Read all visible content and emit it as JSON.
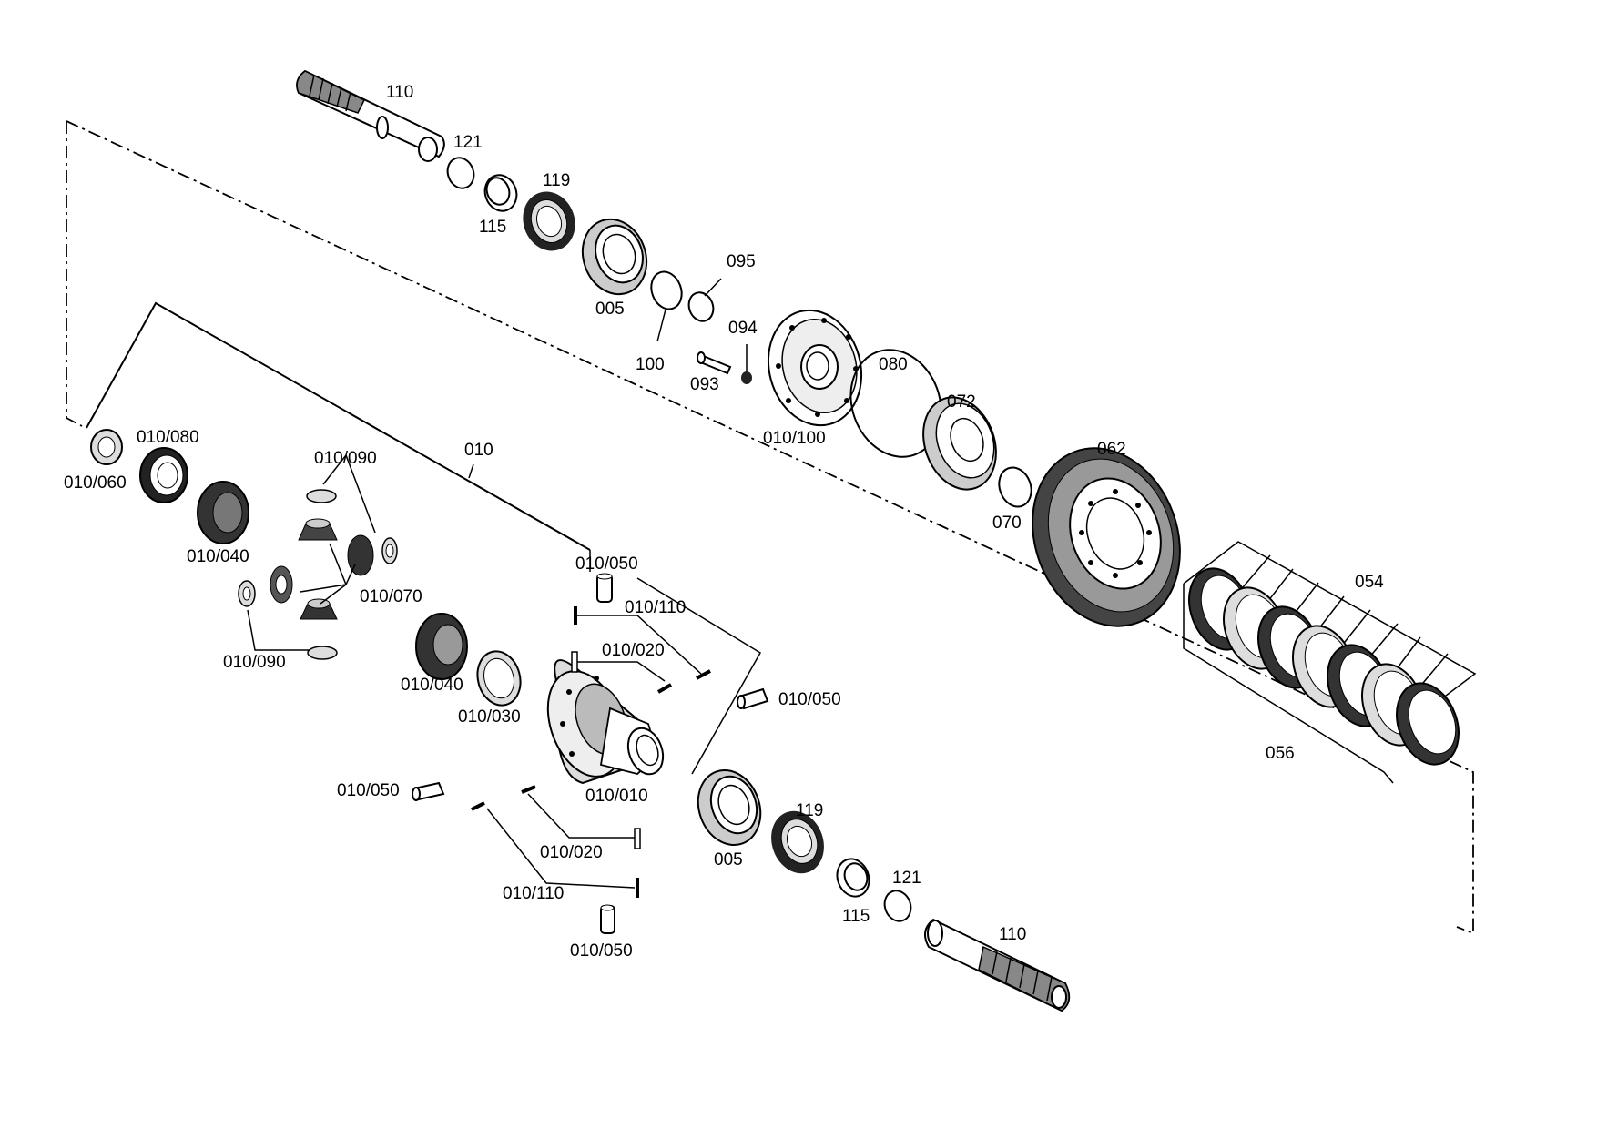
{
  "diagram": {
    "type": "exploded parts diagram",
    "labels": {
      "shaft_top": "110",
      "snap_ring_top": "121",
      "ring_top": "115",
      "seal_top": "119",
      "bearing_top": "005",
      "oring_100": "100",
      "oring_095": "095",
      "bolt_093": "093",
      "nut_094": "094",
      "cover": "010/100",
      "oring_080": "080",
      "washer_072": "072",
      "ring_070": "070",
      "bevel_gear": "062",
      "discs_054": "054",
      "discs_056": "056",
      "assembly_010": "010",
      "washer_060": "010/060",
      "bearing_080": "010/080",
      "gear_040_top": "010/040",
      "washer_090_top": "010/090",
      "pinions_070": "010/070",
      "washer_090_bottom": "010/090",
      "gear_040_bottom": "010/040",
      "thrust_030": "010/030",
      "housing_010": "010/010",
      "pin_050_a": "010/050",
      "pin_110_a": "010/110",
      "pin_020_a": "010/020",
      "pin_050_b": "010/050",
      "pin_050_c": "010/050",
      "pin_020_b": "010/020",
      "pin_110_b": "010/110",
      "pin_050_d": "010/050",
      "bearing_bottom": "005",
      "seal_bottom": "119",
      "ring_bottom": "115",
      "snap_ring_bottom": "121",
      "shaft_bottom": "110"
    }
  }
}
